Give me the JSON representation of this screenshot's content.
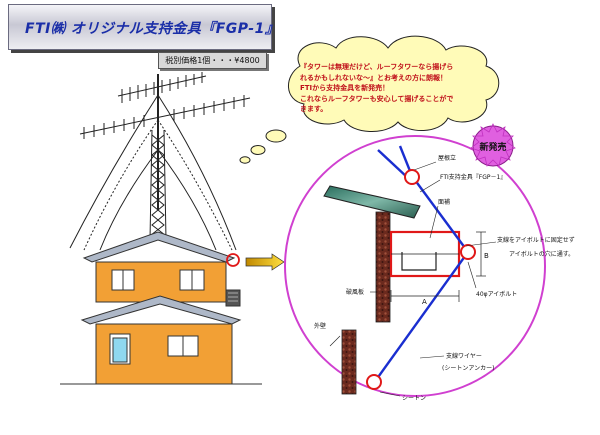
{
  "title": "FTI㈱ オリジナル支持金具『FGP-1』",
  "price": "税別価格1個・・・¥4800",
  "bubble": {
    "lines": [
      "『タワーは無理だけど、ルーフタワーなら揚げら",
      "れるかもしれないな〜』とお考えの方に朗報！",
      "FTIから支持金具を新発売！",
      "これならルーフタワーも安心して揚げることがで",
      "きます。"
    ]
  },
  "badge": "新発売",
  "labels": {
    "pole": "屋根立",
    "product": "FTI支持金具『FGP－1』",
    "eaves": "面補",
    "bolt_note_1": "支線をアイボルトに固定せず",
    "bolt_note_2": "アイボルトの穴に通す。",
    "dim_b": "B",
    "dim_a": "A",
    "bolt": "40φアイボルト",
    "fascia": "破風板",
    "wall": "外壁",
    "guy_wire": "支線ワイヤー",
    "guy_wire_sub": "(シートンアンカー)",
    "anchor": "シートン"
  },
  "colors": {
    "title_text": "#1a2ea8",
    "house_wall": "#f2a035",
    "roof": "#aeb8c8",
    "guy_wire": "#1a2ed0",
    "detail_circle": "#d040d0",
    "badge": "#e060e0",
    "bracket": "#e01818",
    "bubble_text": "#c0101a"
  }
}
